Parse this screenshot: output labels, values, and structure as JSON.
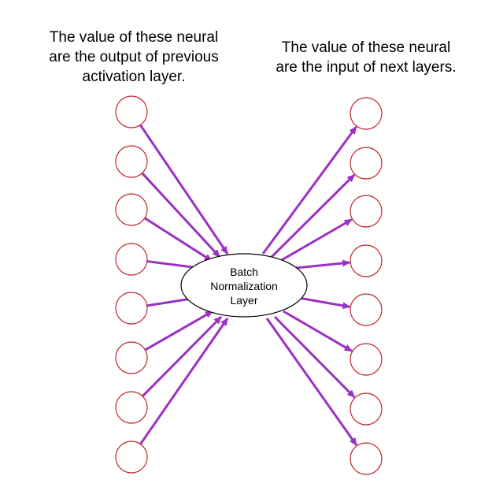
{
  "captions": {
    "left": [
      "The value of these neural",
      "are the output of previous",
      "activation layer."
    ],
    "right": [
      "The value of these neural",
      "are the input of next layers."
    ]
  },
  "center_node": {
    "lines": [
      "Batch",
      "Normalization",
      "Layer"
    ]
  },
  "colors": {
    "neuron_stroke": "#c0272d",
    "arrow": "#9b30c4",
    "ellipse_stroke": "#000000"
  }
}
